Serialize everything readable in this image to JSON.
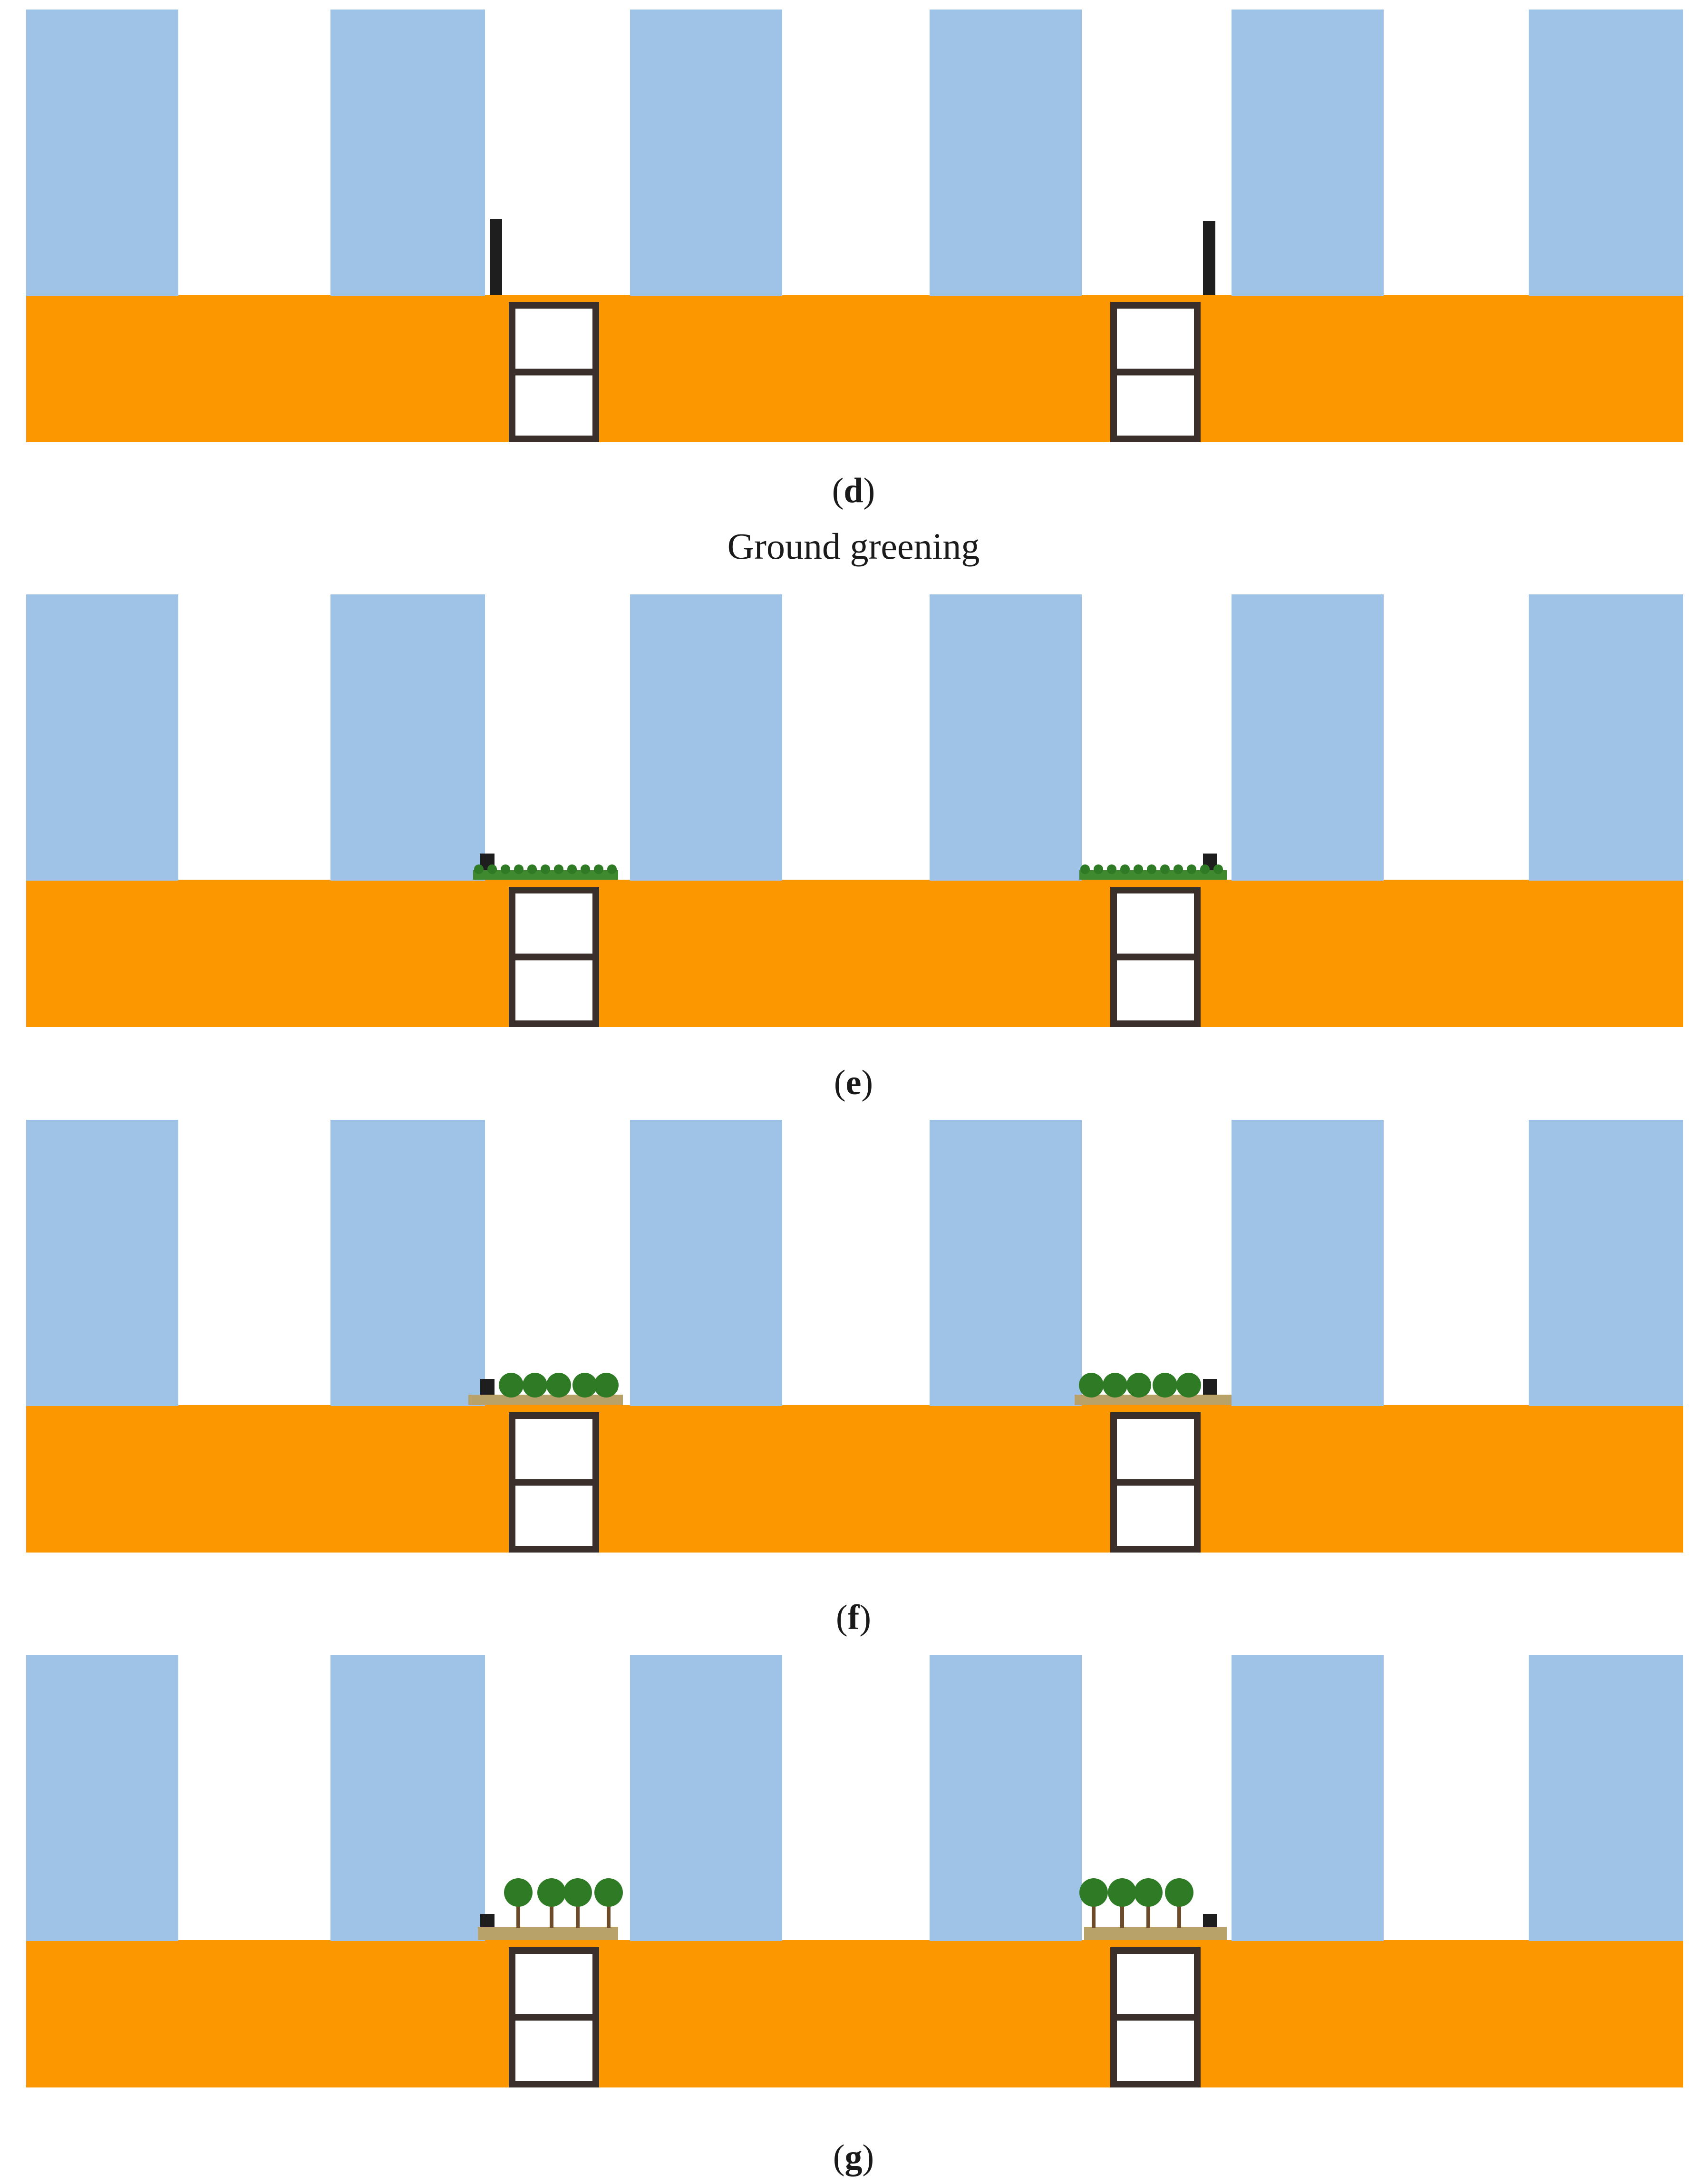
{
  "heading": "Ground greening",
  "panels": [
    {
      "letter": "d",
      "caption_open": "(",
      "caption_close": ")",
      "greening": "none"
    },
    {
      "letter": "e",
      "caption_open": "(",
      "caption_close": ")",
      "greening": "grass"
    },
    {
      "letter": "f",
      "caption_open": "(",
      "caption_close": ")",
      "greening": "shrubs"
    },
    {
      "letter": "g",
      "caption_open": "(",
      "caption_close": ")",
      "greening": "trees"
    }
  ],
  "colors": {
    "building": "#9fc3e6",
    "ground": "#fd9700",
    "door_frame": "#3a2f2a",
    "door_fill": "#ffffff",
    "bin": "#1e1e1e",
    "grass": "#3f8a2e",
    "soil": "#b9a26a",
    "foliage": "#2f7a25",
    "trunk": "#6b4b2a"
  }
}
